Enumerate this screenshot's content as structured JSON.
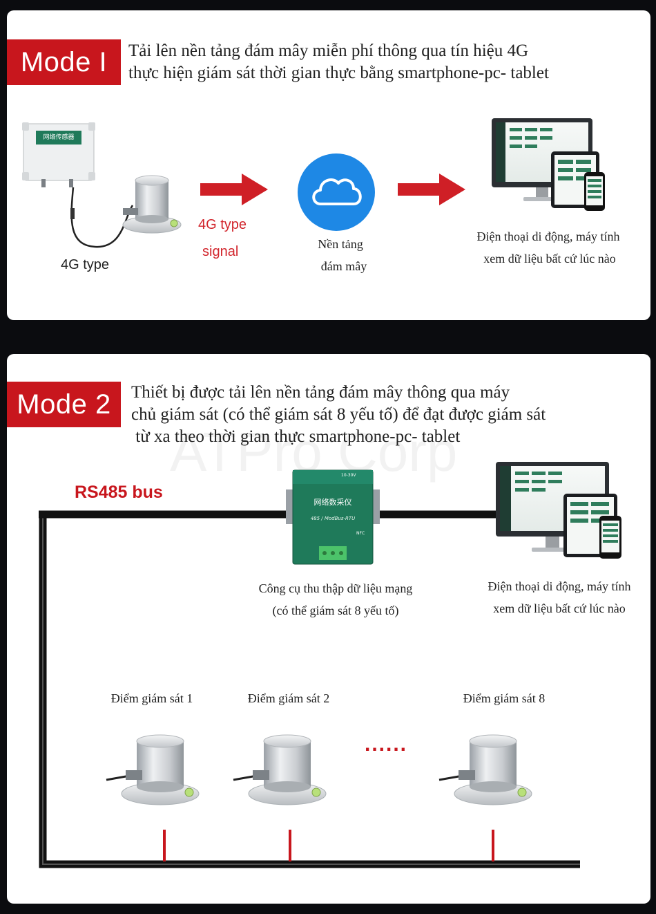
{
  "mode1": {
    "badge": "Mode I",
    "heading_line1": "Tải lên nền tảng đám mây miễn phí thông qua tín hiệu 4G",
    "heading_line2": "thực hiện giám sát thời gian thực bằng smartphone-pc- tablet",
    "device_label": "4G type",
    "device_screen_text": "网络传感器",
    "signal_line1": "4G type",
    "signal_line2": "signal",
    "cloud_line1": "Nền tảng",
    "cloud_line2": "đám mây",
    "monitor_line1": "Điện thoại di động, máy tính",
    "monitor_line2": "xem dữ liệu bất cứ lúc nào"
  },
  "mode2": {
    "badge": "Mode 2",
    "heading_line1": "Thiết bị được tải lên nền tảng đám mây thông qua máy",
    "heading_line2": "chủ giám sát (có thể giám sát 8 yếu tố) để đạt được giám sát",
    "heading_line3": " từ xa theo thời gian thực smartphone-pc- tablet",
    "watermark": "ATPro Corp",
    "bus_label": "RS485 bus",
    "collector_title": "网络数采仪",
    "collector_sub": "485 / ModBus-RTU",
    "collector_voltage": "10-30V",
    "collector_nfc": "NFC",
    "collector_line1": "Công cụ thu thập dữ liệu mạng",
    "collector_line2": "(có thể giám sát 8 yếu tố)",
    "monitor_line1": "Điện thoại di động, máy tính",
    "monitor_line2": "xem dữ liệu bất cứ lúc nào",
    "points": [
      {
        "label": "Điểm giám sát 1"
      },
      {
        "label": "Điểm giám sát 2"
      },
      {
        "label": "Điểm giám sát 8"
      }
    ],
    "ellipsis": "......"
  },
  "colors": {
    "brand_red": "#c8161d",
    "arrow_red": "#cf1f26",
    "cloud_blue": "#1e88e5",
    "device_green": "#1f7a5a"
  }
}
